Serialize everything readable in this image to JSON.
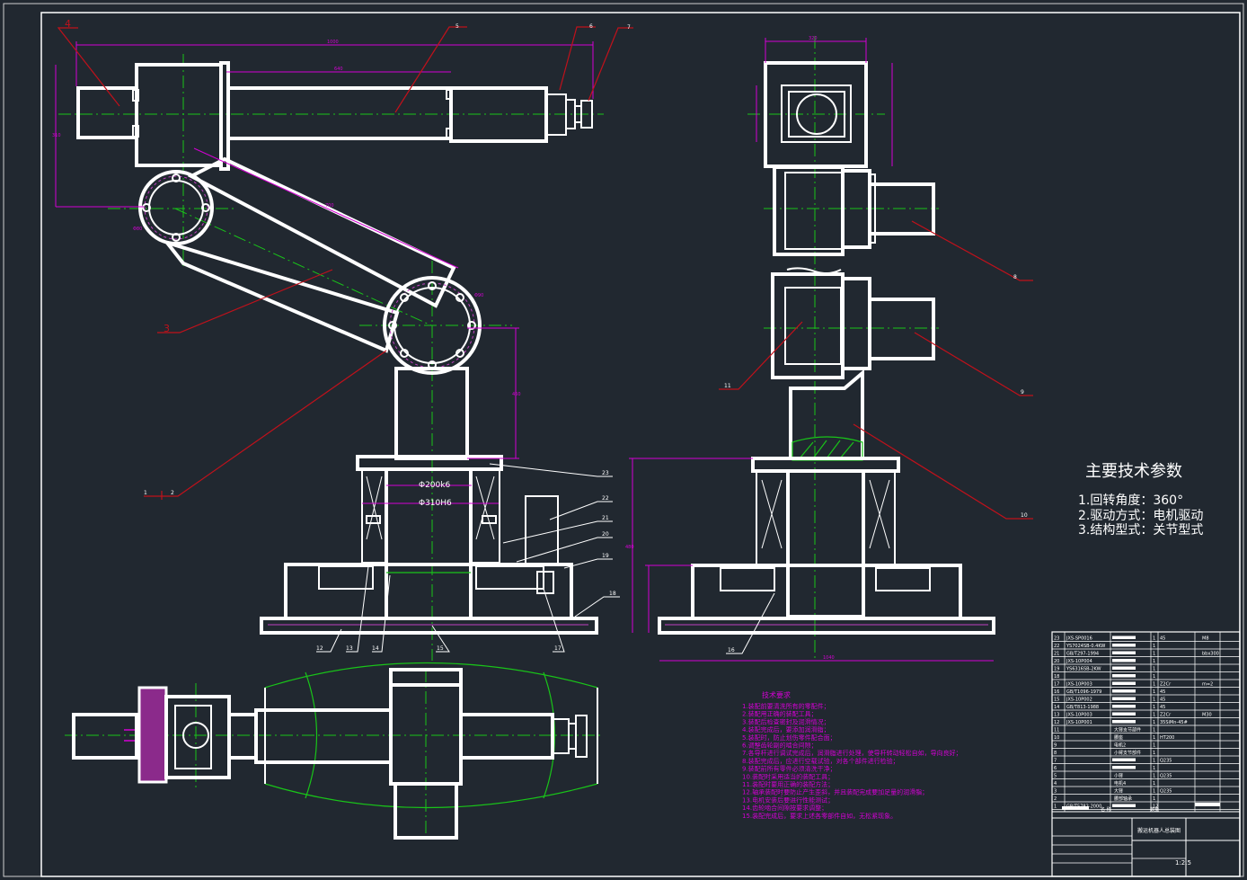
{
  "spec_panel": {
    "title": "主要技术参数",
    "items": [
      "1.回转角度：360°",
      "2.驱动方式：电机驱动",
      "3.结构型式：关节型式"
    ]
  },
  "front_view": {
    "labels": {
      "n4": "4",
      "n5": "5",
      "n6": "6",
      "n7": "7",
      "n3": "3",
      "n1": "1",
      "n2": "2",
      "n23": "23",
      "n22": "22",
      "n21": "21",
      "n20": "20",
      "n19": "19",
      "n18": "18",
      "n12": "12",
      "n13": "13",
      "n14": "14",
      "n15": "15",
      "n17": "17"
    },
    "fits": {
      "fit1": "Φ200k6",
      "fit2": "Φ310H6"
    }
  },
  "side_view": {
    "labels": {
      "n8": "8",
      "n9": "9",
      "n10": "10",
      "n11": "11",
      "n16": "16"
    }
  },
  "tech_requirements": {
    "title": "技术要求",
    "items": [
      "1.装配前要清洗所有的零配件；",
      "2.装配用正确的装配工具；",
      "3.装配后检查密封及润滑情况；",
      "4.装配完成后，要添加润滑脂；",
      "5.装配时，防止划伤零件配合面；",
      "6.调整齿轮副的啮合间隙；",
      "7.各导杆进行调试完成后，润滑脂进行处理，使导杆转动轻松自如，导向良好；",
      "8.装配完成后，应进行空载试验，对各个部件进行检验；",
      "9.装配前所有零件必须清洗干净；",
      "10.装配时采用适当的装配工具；",
      "11.装配时要用正确的装配方法；",
      "12.轴承装配时要防止产生歪斜，并且装配完成要加足量的润滑脂；",
      "13.电机安装后要进行性能测试；",
      "14.齿轮啮合间隙按要求调整；",
      "15.装配完成后，要求上述各零部件自如，无松紧现象。"
    ]
  },
  "bom": {
    "rows": [
      {
        "no": "23",
        "code": "JXS-SP0016",
        "qty": "1",
        "mat": "45",
        "remark": "M8"
      },
      {
        "no": "22",
        "code": "YS7024SB-0.4KW",
        "qty": "1",
        "mat": "",
        "remark": ""
      },
      {
        "no": "21",
        "code": "GB/T297-1994",
        "qty": "1",
        "mat": "",
        "remark": "bbx300"
      },
      {
        "no": "20",
        "code": "JXS-10P004",
        "qty": "1",
        "mat": "",
        "remark": ""
      },
      {
        "no": "19",
        "code": "YS6316SB-2KW",
        "qty": "1",
        "mat": "",
        "remark": ""
      },
      {
        "no": "18",
        "code": "",
        "qty": "1",
        "mat": "",
        "remark": ""
      },
      {
        "no": "17",
        "code": "JXS-10P003",
        "qty": "1",
        "mat": "Z2Cr",
        "remark": "m=2"
      },
      {
        "no": "16",
        "code": "GB/T1096-1979",
        "qty": "1",
        "mat": "45",
        "remark": ""
      },
      {
        "no": "15",
        "code": "JXS-10P002",
        "qty": "1",
        "mat": "45",
        "remark": ""
      },
      {
        "no": "14",
        "code": "GB/T813-1988",
        "qty": "1",
        "mat": "45",
        "remark": ""
      },
      {
        "no": "13",
        "code": "JXS-10P003",
        "qty": "1",
        "mat": "Z2Cr",
        "remark": "M30"
      },
      {
        "no": "12",
        "code": "JXS-10P001",
        "qty": "1",
        "mat": "35SiMn-45#",
        "remark": ""
      },
      {
        "no": "11",
        "code": "",
        "name": "大臂支节部件",
        "qty": "1",
        "mat": "",
        "remark": ""
      },
      {
        "no": "10",
        "code": "",
        "name": "腰座",
        "qty": "1",
        "mat": "HT200",
        "remark": ""
      },
      {
        "no": "9",
        "code": "",
        "name": "电机2",
        "qty": "1",
        "mat": "",
        "remark": ""
      },
      {
        "no": "8",
        "code": "",
        "name": "小臂支节部件",
        "qty": "1",
        "mat": "",
        "remark": ""
      },
      {
        "no": "7",
        "code": "",
        "name": "",
        "qty": "1",
        "mat": "Q235",
        "remark": ""
      },
      {
        "no": "6",
        "code": "",
        "name": "",
        "qty": "1",
        "mat": "",
        "remark": ""
      },
      {
        "no": "5",
        "code": "",
        "name": "小臂",
        "qty": "1",
        "mat": "Q235",
        "remark": ""
      },
      {
        "no": "4",
        "code": "",
        "name": "电机4",
        "qty": "1",
        "mat": "",
        "remark": ""
      },
      {
        "no": "3",
        "code": "",
        "name": "大臂",
        "qty": "1",
        "mat": "Q235",
        "remark": ""
      },
      {
        "no": "2",
        "code": "",
        "name": "腰部轴承",
        "qty": "1",
        "mat": "",
        "remark": ""
      },
      {
        "no": "1",
        "code": "GB/T5782-2000",
        "qty": "12",
        "mat": "",
        "remark": ""
      }
    ],
    "header": {
      "name": "名 称",
      "qty": "数量"
    },
    "title_block": {
      "drawing_title": "搬运机器人总装图",
      "scale": "1:2.5"
    }
  },
  "colors": {
    "background": "#212830",
    "outline": "#ffffff",
    "centerline": "#19c419",
    "dimension": "#d400d4",
    "leader": "#c0111b"
  }
}
